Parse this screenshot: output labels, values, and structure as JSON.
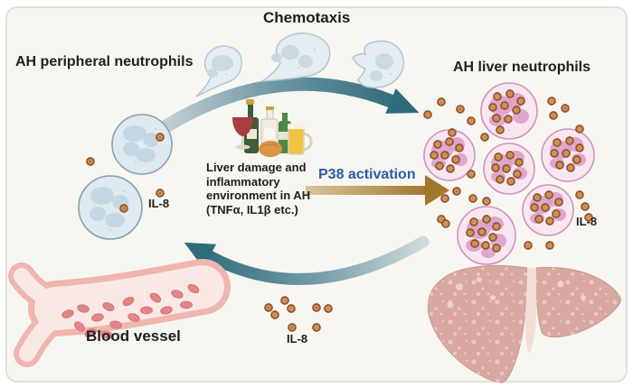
{
  "labels": {
    "title": "Chemotaxis",
    "peripheral": "AH peripheral neutrophils",
    "liver": "AH liver neutrophils",
    "p38": "P38 activation",
    "blood_vessel": "Blood vessel",
    "il8": "IL-8",
    "center_lines": [
      "Liver damage and",
      "inflammatory",
      "environment in AH",
      "(TNFα, IL1β etc.)"
    ]
  },
  "colors": {
    "panel_bg": "#f8f6f1",
    "panel_border": "#e3e0d8",
    "teal": "#2e6b7c",
    "teal_light": "#cfdadd",
    "brown": "#a1772e",
    "brown_light": "#d8c69c",
    "blue_text": "#2b5ba8",
    "text": "#1e1e1e",
    "il8_dot": "#cf8f5d",
    "il8_dot_ring": "#8f5526",
    "peripheral_cell": "#dfe9f0",
    "peripheral_nucleus": "#c5d7e2",
    "liver_cell": "#f8e6f1",
    "liver_cell_nucleus": "#db9fca",
    "vessel_wall": "#efb5b1",
    "vessel_lumen": "#fae8e5",
    "rbc": "#e28585",
    "liver_fill": "#d8a8a1",
    "liver_spot": "#ecd0c9"
  }
}
